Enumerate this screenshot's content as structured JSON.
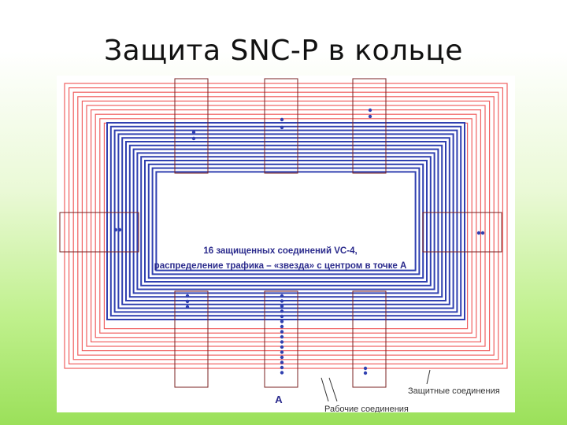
{
  "slide": {
    "title": "Защита SNC-P  в кольце"
  },
  "diagram": {
    "caption_line1": "16 защищенных соединений VC-4,",
    "caption_line2": "распределение трафика – «звезда» с центром в точке А",
    "node_a_label": "A",
    "protection_label": "Защитные соединения",
    "working_label": "Рабочие соединения",
    "colors": {
      "protection_ring": "#f06060",
      "working_ring": "#3040b0",
      "node_box": "#7a2020",
      "background": "#ffffff"
    },
    "protected_connection_count": 16
  }
}
